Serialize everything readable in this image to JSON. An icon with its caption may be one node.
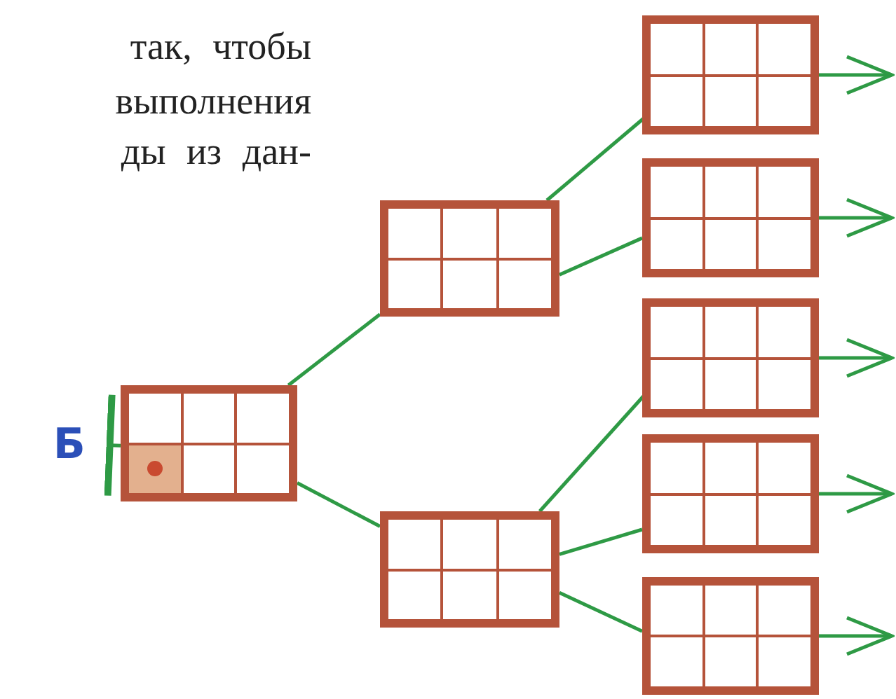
{
  "diagram": {
    "nodes": [
      {
        "text": [
          "Б"
        ]
      },
      {
        "text": [],
        "shape": "box"
      },
      {
        "text": [],
        "shape": "box"
      },
      {
        "text": [],
        "shape": "box"
      },
      {
        "text": [],
        "shape": "box"
      },
      {
        "text": [],
        "shape": "box"
      },
      {
        "text": [],
        "shape": "box"
      },
      {
        "text": [],
        "shape": "box"
      },
      {
        "text": [],
        "shape": "box"
      }
    ],
    "edges": [
      {
        "from": 0,
        "to": 1,
        "arrow": "other"
      },
      {
        "from": 1,
        "to": 2,
        "arrow": "none"
      },
      {
        "from": 1,
        "to": 3,
        "arrow": "none"
      },
      {
        "from": 2,
        "to": 4,
        "arrow": "none"
      },
      {
        "from": 2,
        "to": 5,
        "arrow": "none"
      },
      {
        "from": 3,
        "to": 6,
        "arrow": "none"
      },
      {
        "from": 3,
        "to": 7,
        "arrow": "none"
      },
      {
        "from": 3,
        "to": 8,
        "arrow": "none"
      },
      {
        "from": 4,
        "to": null,
        "arrow": "to"
      },
      {
        "from": 5,
        "to": null,
        "arrow": "to"
      },
      {
        "from": 6,
        "to": null,
        "arrow": "to"
      },
      {
        "from": 7,
        "to": null,
        "arrow": "to"
      },
      {
        "from": 8,
        "to": null,
        "arrow": "to"
      }
    ],
    "labels": [
      "так, чтобы",
      "выполнения",
      "ды из дан-"
    ]
  }
}
